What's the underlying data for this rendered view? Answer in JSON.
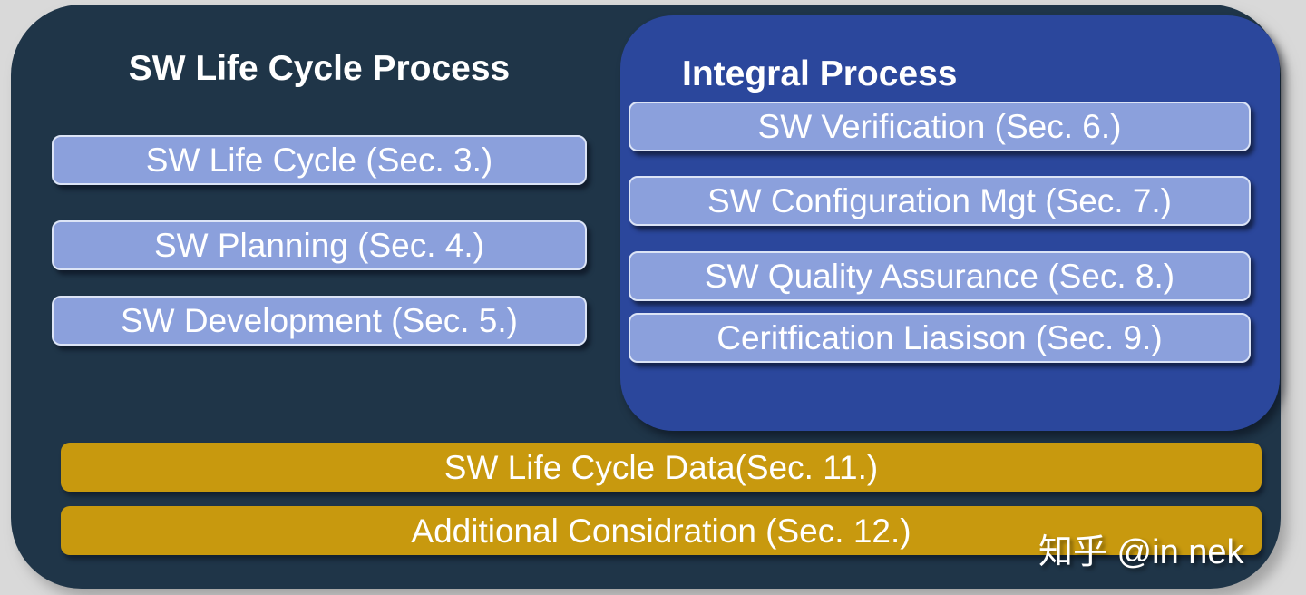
{
  "colors": {
    "page_background": "#d9d9d9",
    "main_panel": "#1f3548",
    "integral_panel": "#2b479c",
    "process_box_fill": "#8ba0dc",
    "process_box_border": "#dce4f6",
    "data_bar_fill": "#c8990e",
    "text": "#ffffff"
  },
  "left_section": {
    "title": "SW Life Cycle Process",
    "boxes": [
      {
        "label": "SW Life Cycle (Sec. 3.)"
      },
      {
        "label": "SW Planning (Sec. 4.)"
      },
      {
        "label": "SW Development (Sec. 5.)"
      }
    ]
  },
  "integral_section": {
    "title": "Integral Process",
    "boxes": [
      {
        "label": "SW Verification (Sec. 6.)"
      },
      {
        "label": "SW Configuration Mgt (Sec. 7.)"
      },
      {
        "label": "SW Quality Assurance (Sec. 8.)"
      },
      {
        "label": "Ceritfication Liasison (Sec. 9.)"
      }
    ]
  },
  "bottom_bars": [
    {
      "label": "SW Life Cycle Data(Sec. 11.)"
    },
    {
      "label": "Additional Considration (Sec. 12.)"
    }
  ],
  "watermark": "知乎 @in nek"
}
